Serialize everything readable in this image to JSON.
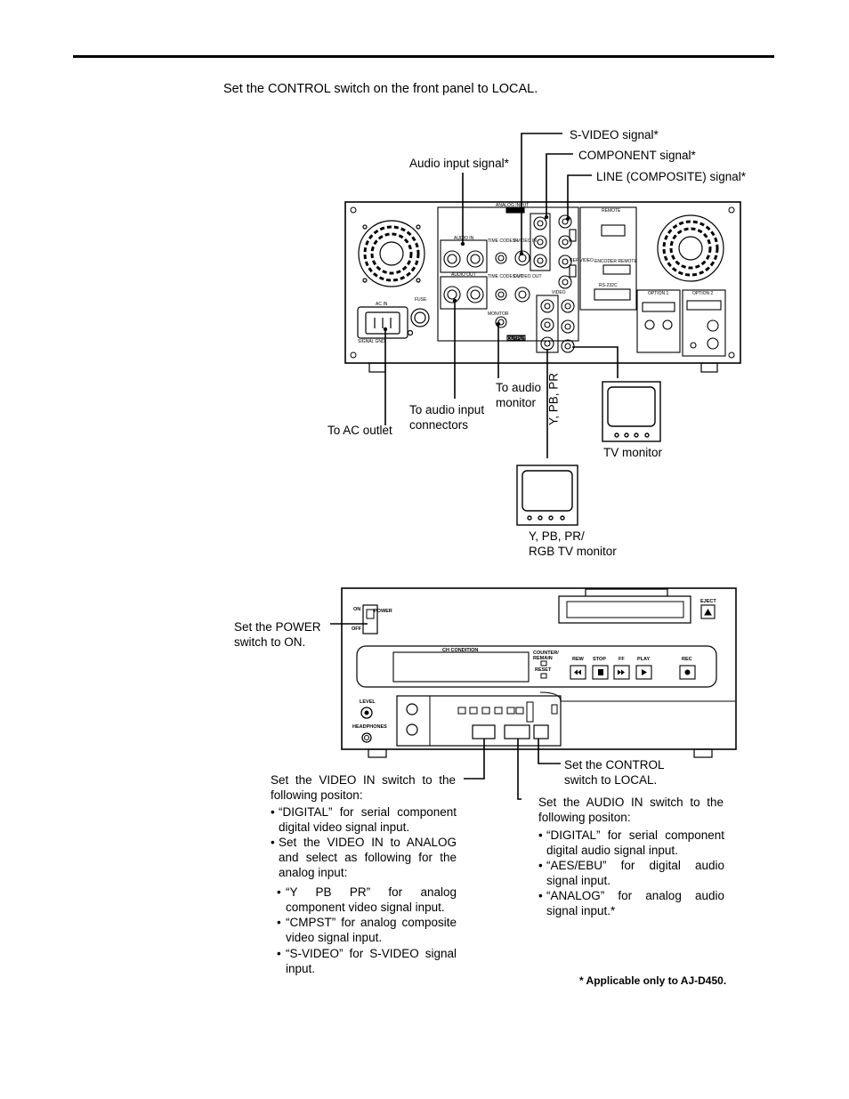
{
  "intro": "Set the CONTROL switch on the front panel to LOCAL.",
  "rear_callouts": {
    "svideo": "S-VIDEO signal*",
    "component": "COMPONENT signal*",
    "line": "LINE (COMPOSITE) signal*",
    "audio_input": "Audio input signal*",
    "to_audio_monitor": [
      "To audio",
      "monitor"
    ],
    "to_audio_input_connectors": [
      "To audio input",
      "connectors"
    ],
    "to_ac_outlet": "To AC outlet",
    "ypbpr_vertical": "Y, PB, PR",
    "tv_monitor": "TV monitor",
    "rgb_monitor": [
      "Y, PB, PR/",
      "RGB TV monitor"
    ]
  },
  "rear_panel_labels": {
    "analog_input": "ANALOG INPUT",
    "audio_in": "AUDIO IN",
    "audio_out": "AUDIO OUT",
    "time_code_in": "TIME CODE IN",
    "time_code_out": "TIME CODE OUT",
    "svideo_in": "S-VIDEO IN",
    "svideo_out": "S-VIDEO OUT",
    "monitor": "MONITOR",
    "output": "OUTPUT",
    "video": "VIDEO",
    "remote": "REMOTE",
    "encoder_remote": "ENCODER REMOTE",
    "rs232c": "RS-232C",
    "option1": "OPTION 1",
    "option2": "OPTION 2",
    "ac_in": "AC IN",
    "fuse": "FUSE",
    "signal_gnd": "SIGNAL GND",
    "ref_video": "REF VIDEO"
  },
  "front_callouts": {
    "power": [
      "Set the POWER",
      "switch to ON."
    ],
    "control": [
      "Set the CONTROL",
      "switch to LOCAL."
    ]
  },
  "front_panel_labels": {
    "on": "ON",
    "off": "OFF",
    "power": "POWER",
    "eject": "EJECT",
    "ch_condition": "CH CONDITION",
    "counter_remain": [
      "COUNTER/",
      "REMAIN"
    ],
    "reset": "RESET",
    "rew": "REW",
    "stop": "STOP",
    "ff": "FF",
    "play": "PLAY",
    "rec": "REC",
    "level": "LEVEL",
    "headphones": "HEADPHONES"
  },
  "video_in_block": {
    "heading": [
      "Set the VIDEO IN switch to the",
      "following positon:"
    ],
    "bullets": [
      "“DIGITAL” for serial component digital video signal input.",
      "Set the VIDEO IN to ANALOG and select as following for the analog input:"
    ],
    "sub_bullets": [
      "“Y PB PR” for analog component video signal input.",
      "“CMPST” for analog composite video signal input.",
      "“S-VIDEO” for S-VIDEO signal input."
    ]
  },
  "audio_in_block": {
    "heading": [
      "Set the AUDIO IN switch to the",
      "following positon:"
    ],
    "bullets": [
      "“DIGITAL” for serial component digital audio signal input.",
      "“AES/EBU” for digital audio signal input.",
      "“ANALOG” for analog audio signal input.*"
    ]
  },
  "footnote": "* Applicable only to AJ-D450."
}
